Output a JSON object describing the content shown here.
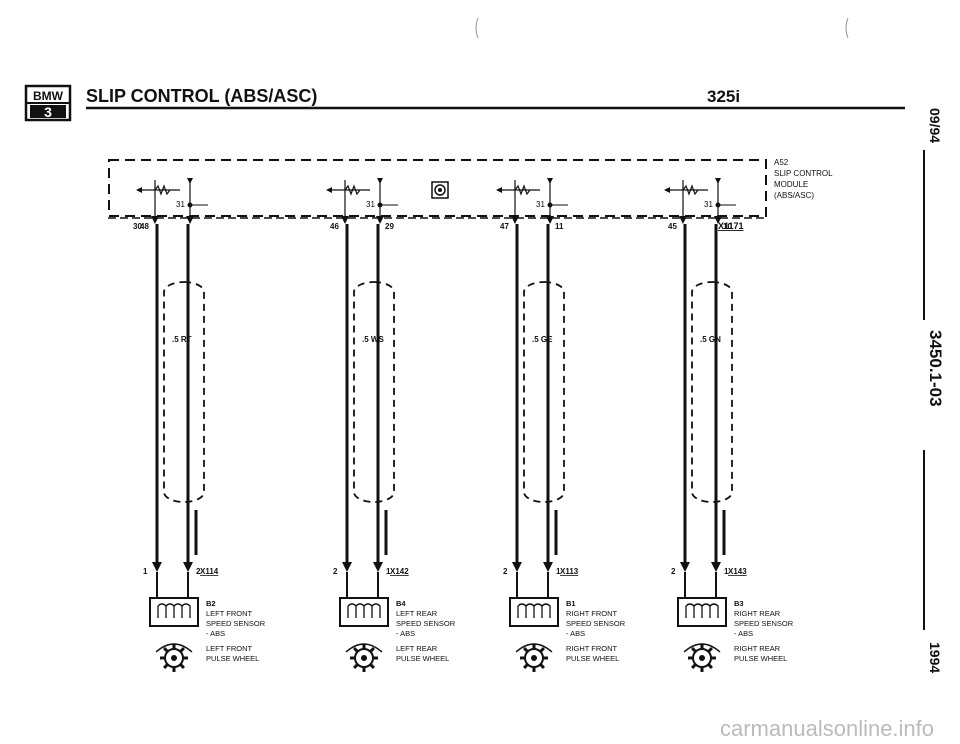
{
  "header": {
    "logo_top": "BMW",
    "logo_bottom": "3",
    "title": "SLIP CONTROL (ABS/ASC)",
    "model": "325i"
  },
  "side": {
    "date": "09/94",
    "doc_number": "3450.1-03",
    "year": "1994"
  },
  "module": {
    "id": "A52",
    "name_line1": "SLIP CONTROL",
    "name_line2": "MODULE",
    "name_line3": "(ABS/ASC)",
    "connector": "X1171",
    "ground_pin": "30",
    "internal_labels": [
      "31",
      "31",
      "31",
      "31"
    ]
  },
  "circuits": [
    {
      "module_pins": [
        "48",
        ""
      ],
      "wire": ".5 RT",
      "connector": "X114",
      "conn_pins": [
        "1",
        "2"
      ],
      "sensor_id": "B2",
      "sensor_line1": "LEFT FRONT",
      "sensor_line2": "SPEED SENSOR",
      "sensor_line3": "- ABS",
      "wheel_line1": "LEFT FRONT",
      "wheel_line2": "PULSE WHEEL"
    },
    {
      "module_pins": [
        "46",
        "29"
      ],
      "wire": ".5 WS",
      "connector": "X142",
      "conn_pins": [
        "2",
        "1"
      ],
      "sensor_id": "B4",
      "sensor_line1": "LEFT REAR",
      "sensor_line2": "SPEED SENSOR",
      "sensor_line3": "- ABS",
      "wheel_line1": "LEFT REAR",
      "wheel_line2": "PULSE WHEEL"
    },
    {
      "module_pins": [
        "47",
        "11"
      ],
      "wire": ".5 GE",
      "connector": "X113",
      "conn_pins": [
        "2",
        "1"
      ],
      "sensor_id": "B1",
      "sensor_line1": "RIGHT FRONT",
      "sensor_line2": "SPEED SENSOR",
      "sensor_line3": "- ABS",
      "wheel_line1": "RIGHT FRONT",
      "wheel_line2": "PULSE WHEEL"
    },
    {
      "module_pins": [
        "45",
        "10"
      ],
      "wire": ".5 GN",
      "connector": "X143",
      "conn_pins": [
        "2",
        "1"
      ],
      "sensor_id": "B3",
      "sensor_line1": "RIGHT REAR",
      "sensor_line2": "SPEED SENSOR",
      "sensor_line3": "- ABS",
      "wheel_line1": "RIGHT REAR",
      "wheel_line2": "PULSE WHEEL"
    }
  ],
  "watermark": "carmanualsonline.info"
}
